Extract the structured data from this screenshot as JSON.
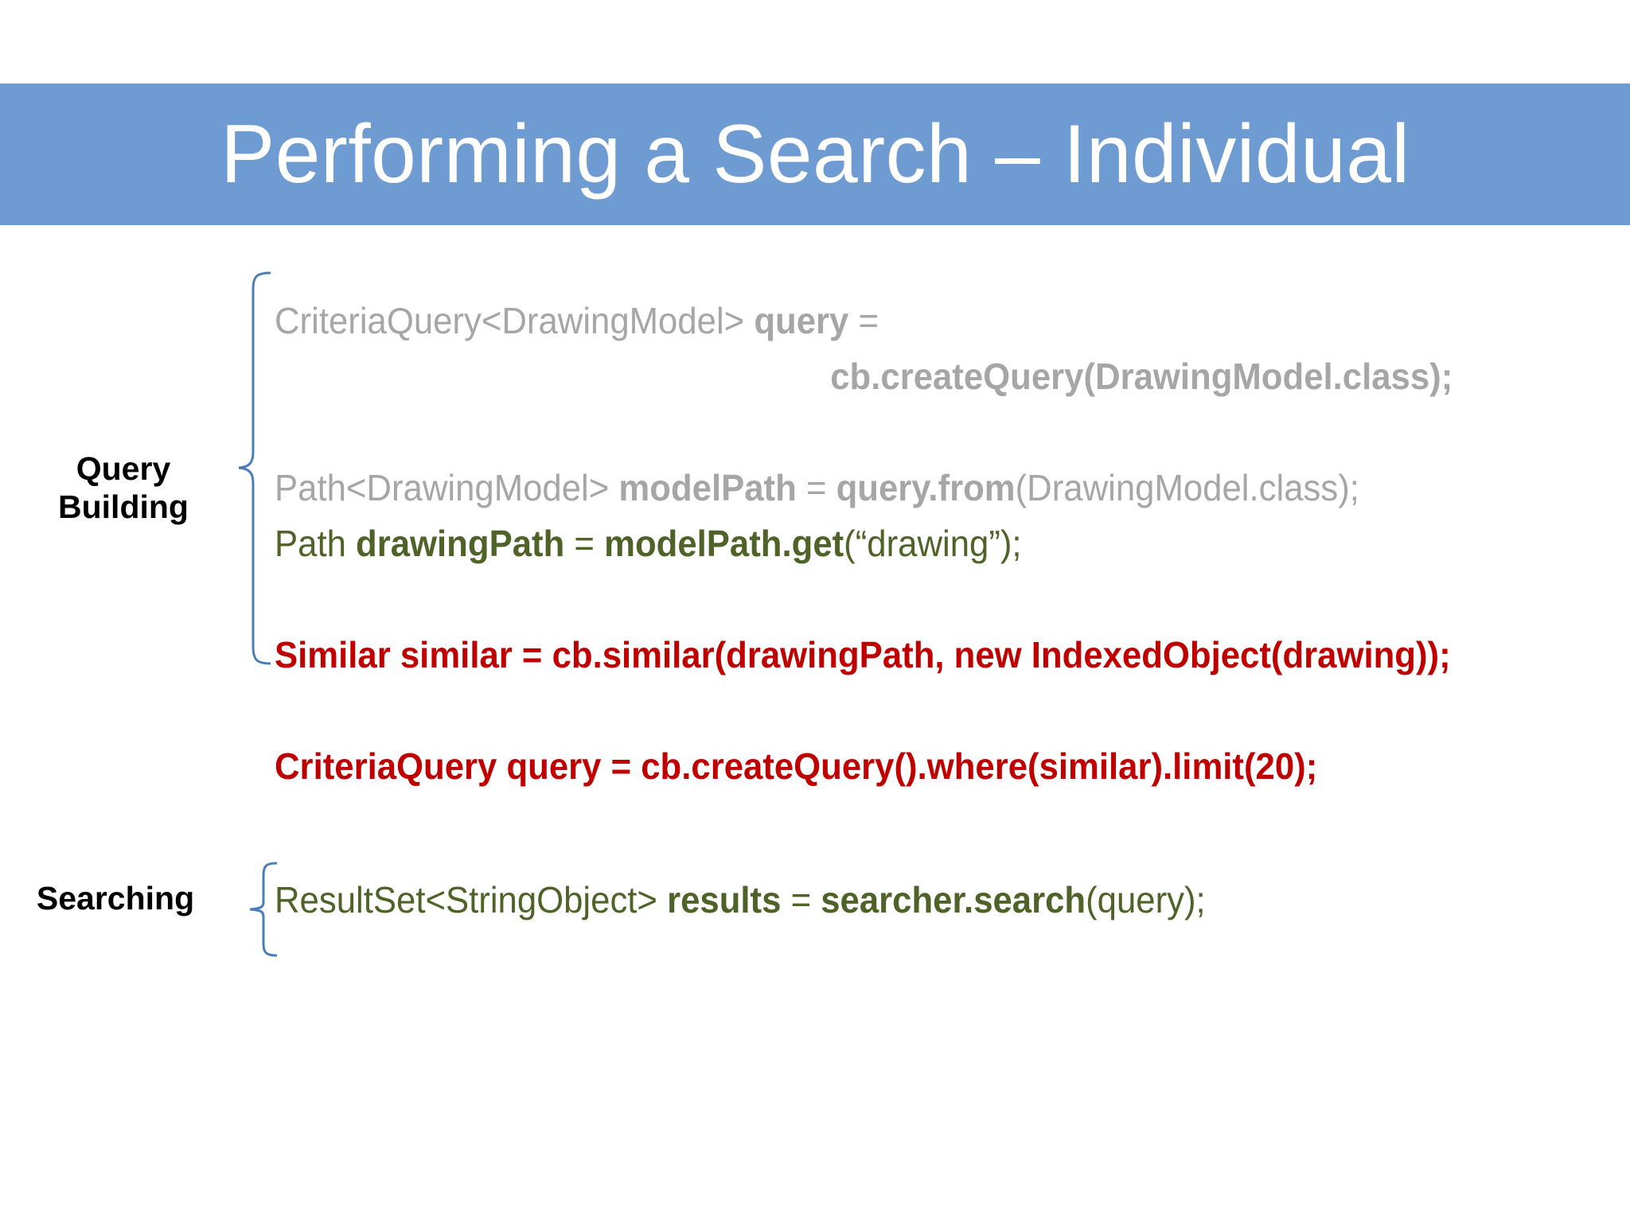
{
  "slide": {
    "title": "Performing a Search – Individual",
    "background_color": "#FFFFFF",
    "title_bar_color": "#6E9BD1",
    "title_text_color": "#FFFFFF"
  },
  "colors": {
    "dimmed_gray": "#A6A6A6",
    "highlight_green": "#4F6228",
    "highlight_red": "#C00000",
    "brace_blue": "#4A7EBB",
    "label_black": "#000000"
  },
  "sections": {
    "query_building": {
      "label": "Query\nBuilding",
      "label_line1": "Query",
      "label_line2": "Building",
      "lines": [
        {
          "id": "line-criteria-query-decl",
          "indent": false,
          "segments": [
            {
              "text": "CriteriaQuery<DrawingModel> ",
              "style": "gray"
            },
            {
              "text": "query",
              "style": "gray-bold"
            },
            {
              "text": " = ",
              "style": "gray"
            }
          ]
        },
        {
          "id": "line-create-query",
          "indent": true,
          "segments": [
            {
              "text": "cb.createQuery(DrawingModel.class);",
              "style": "gray-bold"
            }
          ]
        },
        {
          "id": "line-gap-1",
          "indent": false,
          "segments": []
        },
        {
          "id": "line-model-path",
          "indent": false,
          "segments": [
            {
              "text": "Path<DrawingModel> ",
              "style": "gray"
            },
            {
              "text": "modelPath",
              "style": "gray-bold"
            },
            {
              "text": " = ",
              "style": "gray"
            },
            {
              "text": "query.from",
              "style": "gray-bold"
            },
            {
              "text": "(DrawingModel.class);",
              "style": "gray"
            }
          ]
        },
        {
          "id": "line-drawing-path",
          "indent": false,
          "segments": [
            {
              "text": "Path ",
              "style": "green"
            },
            {
              "text": "drawingPath",
              "style": "green-bold"
            },
            {
              "text": " = ",
              "style": "green"
            },
            {
              "text": "modelPath.get",
              "style": "green-bold"
            },
            {
              "text": "(“drawing”);",
              "style": "green"
            }
          ]
        },
        {
          "id": "line-gap-2",
          "indent": false,
          "segments": []
        },
        {
          "id": "line-similar",
          "indent": false,
          "segments": [
            {
              "text": "Similar similar = cb.similar(drawingPath, new IndexedObject(drawing));",
              "style": "red-bold"
            }
          ]
        },
        {
          "id": "line-gap-3",
          "indent": false,
          "segments": []
        },
        {
          "id": "line-criteria-query-where",
          "indent": false,
          "segments": [
            {
              "text": "CriteriaQuery query = cb.createQuery().where(similar).limit(20);",
              "style": "red-bold"
            }
          ]
        }
      ]
    },
    "searching": {
      "label": "Searching",
      "lines": [
        {
          "id": "line-result-set",
          "indent": false,
          "segments": [
            {
              "text": "ResultSet<StringObject> ",
              "style": "green"
            },
            {
              "text": "results",
              "style": "green-bold"
            },
            {
              "text": " = ",
              "style": "green"
            },
            {
              "text": "searcher.search",
              "style": "green-bold"
            },
            {
              "text": "(query);",
              "style": "green"
            }
          ]
        }
      ]
    }
  }
}
